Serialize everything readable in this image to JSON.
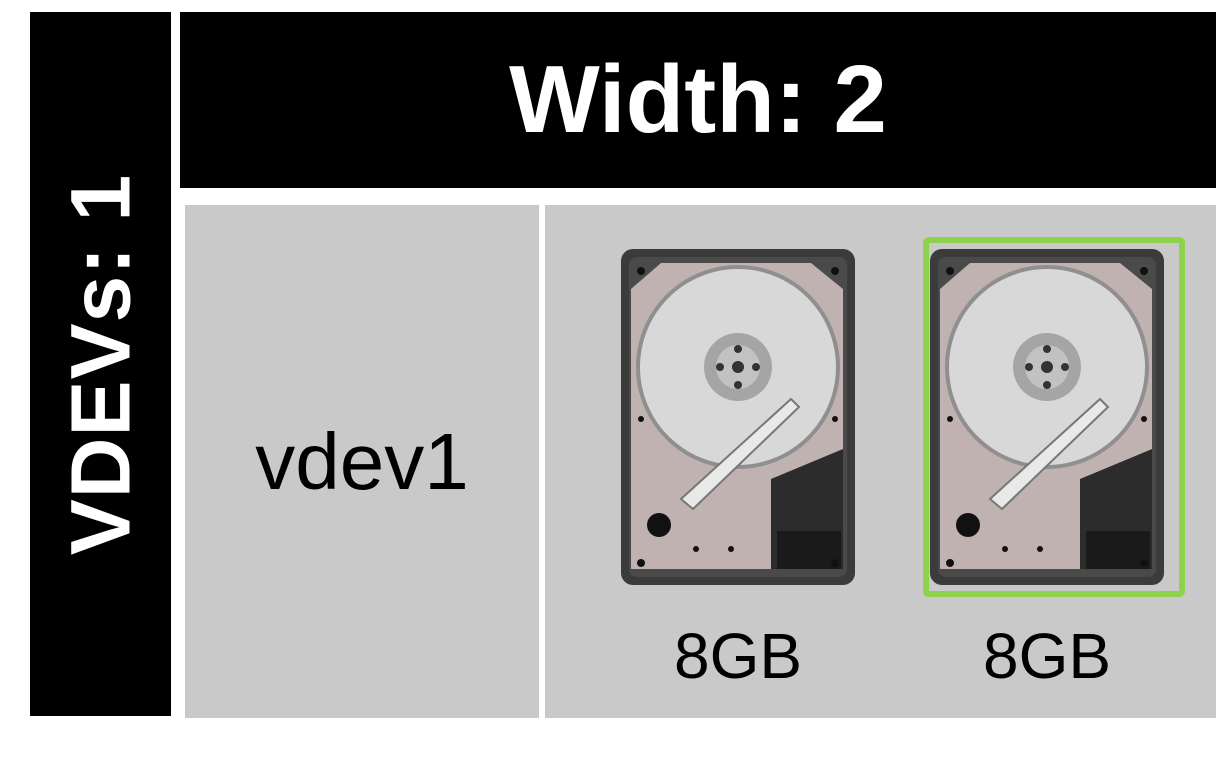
{
  "vdevs_label": "VDEVs: 1",
  "width_label": "Width: 2",
  "vdev": {
    "name": "vdev1",
    "disks": [
      {
        "size": "8GB",
        "selected": false
      },
      {
        "size": "8GB",
        "selected": true
      }
    ]
  },
  "colors": {
    "header_bg": "#000000",
    "cell_bg": "#c9c9c9",
    "selected_border": "#8ed14c"
  },
  "icons": [
    "hard-drive-icon"
  ]
}
